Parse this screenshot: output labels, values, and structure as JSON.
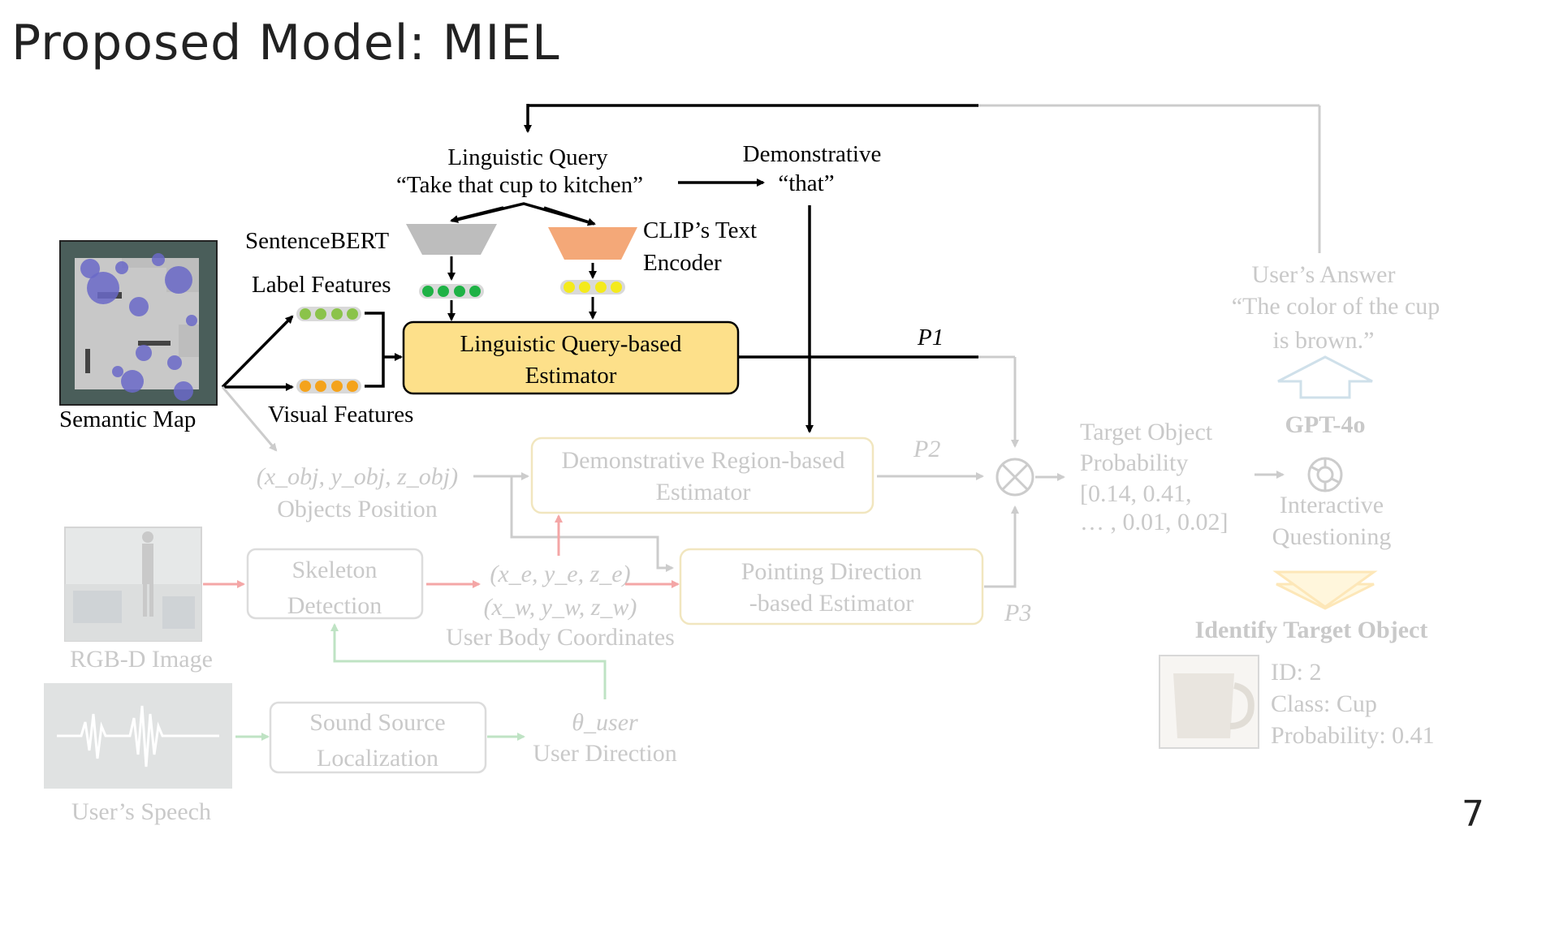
{
  "slide": {
    "title": "Proposed Model: MIEL",
    "page_number": "7"
  },
  "diagram": {
    "linguistic_query_title": "Linguistic Query",
    "linguistic_query_text": "“Take that cup to kitchen”",
    "demonstrative_title": "Demonstrative",
    "demonstrative_text": "“that”",
    "sentencebert_label": "SentenceBERT",
    "clip_label_line1": "CLIP’s Text",
    "clip_label_line2": "Encoder",
    "label_features": "Label Features",
    "visual_features": "Visual Features",
    "semantic_map": "Semantic Map",
    "lq_estimator_line1": "Linguistic Query-based",
    "lq_estimator_line2": "Estimator",
    "p1": "P1",
    "p2": "P2",
    "p3": "P3",
    "objects_position_math": "(x_obj, y_obj, z_obj)",
    "objects_position": "Objects Position",
    "dr_estimator_line1": "Demonstrative Region-based",
    "dr_estimator_line2": "Estimator",
    "rgbd_image": "RGB-D Image",
    "skeleton_line1": "Skeleton",
    "skeleton_line2": "Detection",
    "elbow_coords": "(x_e, y_e, z_e)",
    "wrist_coords": "(x_w, y_w, z_w)",
    "user_body_coordinates": "User Body Coordinates",
    "pd_estimator_line1": "Pointing Direction",
    "pd_estimator_line2": "-based Estimator",
    "users_speech": "User’s Speech",
    "ssl_line1": "Sound Source",
    "ssl_line2": "Localization",
    "theta_user": "θ_user",
    "user_direction": "User Direction",
    "target_prob_line1": "Target Object",
    "target_prob_line2": "Probability",
    "target_prob_line3": "[0.14, 0.41,",
    "target_prob_line4": "… , 0.01, 0.02]",
    "users_answer_title": "User’s Answer",
    "users_answer_line1": "“The color of the cup",
    "users_answer_line2": "is brown.”",
    "gpt_label": "GPT-4o",
    "interactive_line1": "Interactive",
    "interactive_line2": "Questioning",
    "identify_target": "Identify Target Object",
    "result_id": "ID: 2",
    "result_class": "Class: Cup",
    "result_probability": "Probability: 0.41"
  },
  "colors": {
    "lq_estimator_fill": "#fde08a",
    "sentencebert_encoder": "#bdbdbd",
    "clip_encoder": "#f4a878",
    "label_feature_dots": "#1fb246",
    "visual_feature_dots": "#f4a31c",
    "clip_feature_dots": "#f4ea1c",
    "faded_red_arrow": "#f4a6a6",
    "faded_green_arrow": "#bfe3c4",
    "faded_gray": "#cccccc"
  }
}
